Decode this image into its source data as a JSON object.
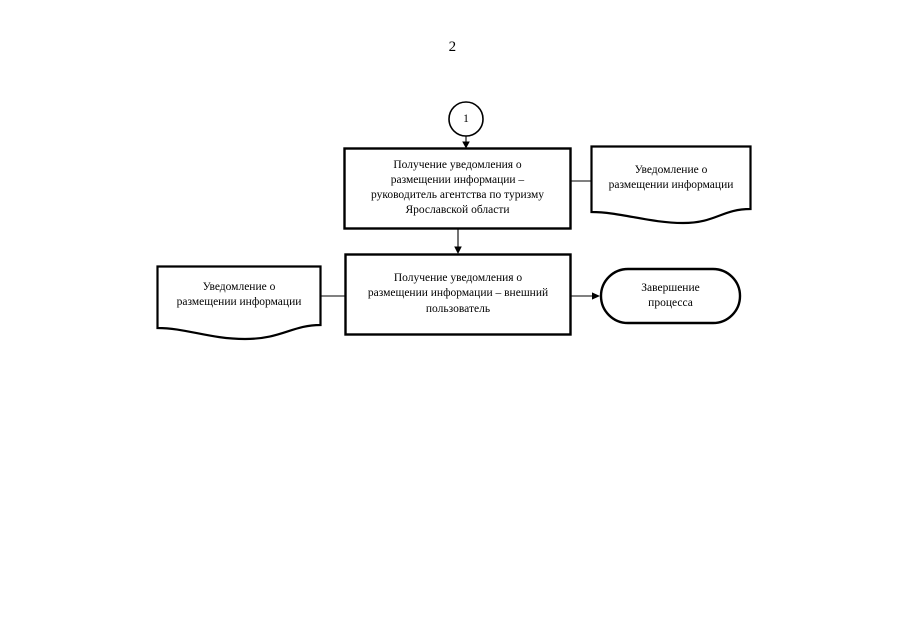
{
  "page": {
    "number": "2",
    "background_color": "#ffffff",
    "ink_color": "#000000"
  },
  "diagram": {
    "type": "flowchart",
    "orientation": "top-to-bottom",
    "connector_in": {
      "name": "off-page-connector",
      "shape": "circle",
      "label": "1"
    },
    "nodes": [
      {
        "id": "process-1",
        "shape": "rectangle",
        "label": "Получение уведомления о\nразмещении информации –\nруководитель агентства по туризму\nЯрославской области"
      },
      {
        "id": "document-1",
        "shape": "document",
        "label": "Уведомление о\nразмещении информации"
      },
      {
        "id": "process-2",
        "shape": "rectangle",
        "label": "Получение уведомления о\nразмещении информации – внешний\nпользователь"
      },
      {
        "id": "document-2",
        "shape": "document",
        "label": "Уведомление о\nразмещении информации"
      },
      {
        "id": "terminator-end",
        "shape": "rounded-rectangle",
        "label": "Завершение\nпроцесса"
      }
    ],
    "edges": [
      {
        "from": "off-page-connector",
        "to": "process-1",
        "style": "arrow-down"
      },
      {
        "from": "process-1",
        "to": "document-1",
        "style": "plain-line-right"
      },
      {
        "from": "process-1",
        "to": "process-2",
        "style": "arrow-down"
      },
      {
        "from": "document-2",
        "to": "process-2",
        "style": "plain-line-right"
      },
      {
        "from": "process-2",
        "to": "terminator-end",
        "style": "arrow-right"
      }
    ]
  }
}
